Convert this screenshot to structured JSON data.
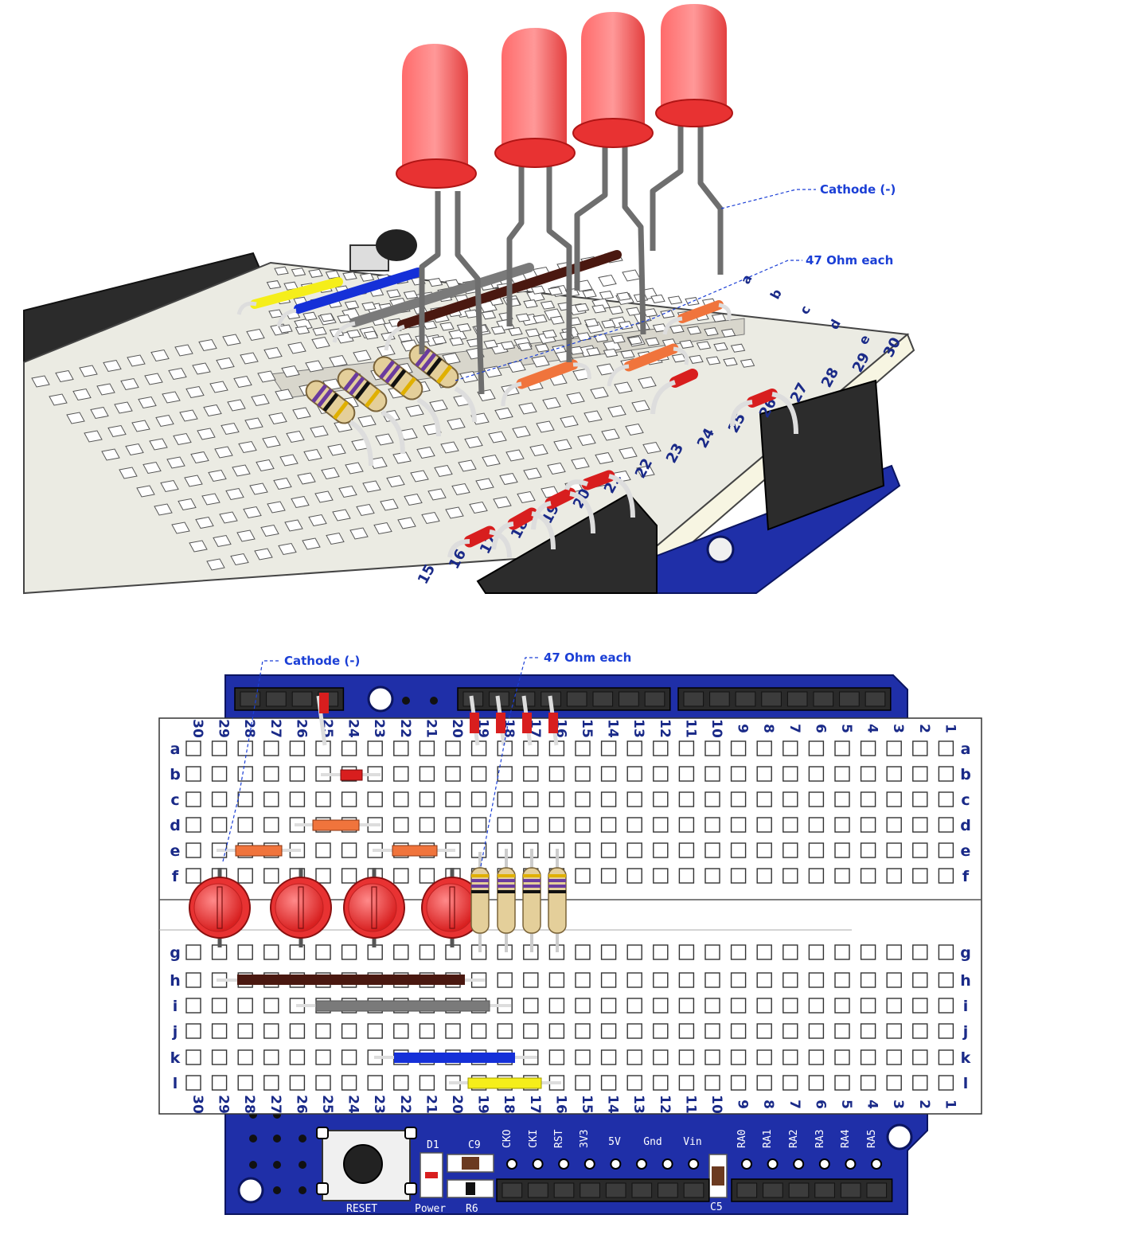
{
  "annotations": {
    "cathode": "Cathode (-)",
    "resistor": "47 Ohm each"
  },
  "columns": [
    "30",
    "29",
    "28",
    "27",
    "26",
    "25",
    "24",
    "23",
    "22",
    "21",
    "20",
    "19",
    "18",
    "17",
    "16",
    "15",
    "14",
    "13",
    "12",
    "11",
    "10",
    "9",
    "8",
    "7",
    "6",
    "5",
    "4",
    "3",
    "2",
    "1"
  ],
  "rows_top": [
    "a",
    "b",
    "c",
    "d",
    "e",
    "f"
  ],
  "rows_bottom": [
    "g",
    "h",
    "i",
    "j",
    "k",
    "l"
  ],
  "iso_numbers": [
    "15",
    "16",
    "17",
    "18",
    "19",
    "20",
    "21",
    "22",
    "23",
    "24",
    "25",
    "26",
    "27",
    "28",
    "29",
    "30"
  ],
  "iso_letters": [
    "a",
    "b",
    "c",
    "d",
    "e"
  ],
  "board": {
    "reset_label": "RESET",
    "power_label": "Power",
    "d1": "D1",
    "c9": "C9",
    "r6": "R6",
    "c5": "C5",
    "header_pins": [
      "CKO",
      "CKI",
      "RST",
      "3V3",
      "5V",
      "Gnd",
      "Vin",
      "RA0",
      "RA1",
      "RA2",
      "RA3",
      "RA4",
      "RA5"
    ]
  },
  "colors": {
    "pcb": "#1f2fa8",
    "breadboard": "#ffffff",
    "led": "#e83232",
    "wire_red": "#d81e1e",
    "wire_orange": "#f0743c",
    "wire_brown": "#4a1810",
    "wire_gray": "#7a7a7a",
    "wire_blue": "#1530d8",
    "wire_yellow": "#f5ee1a",
    "label_blue": "#1b3fd6"
  }
}
